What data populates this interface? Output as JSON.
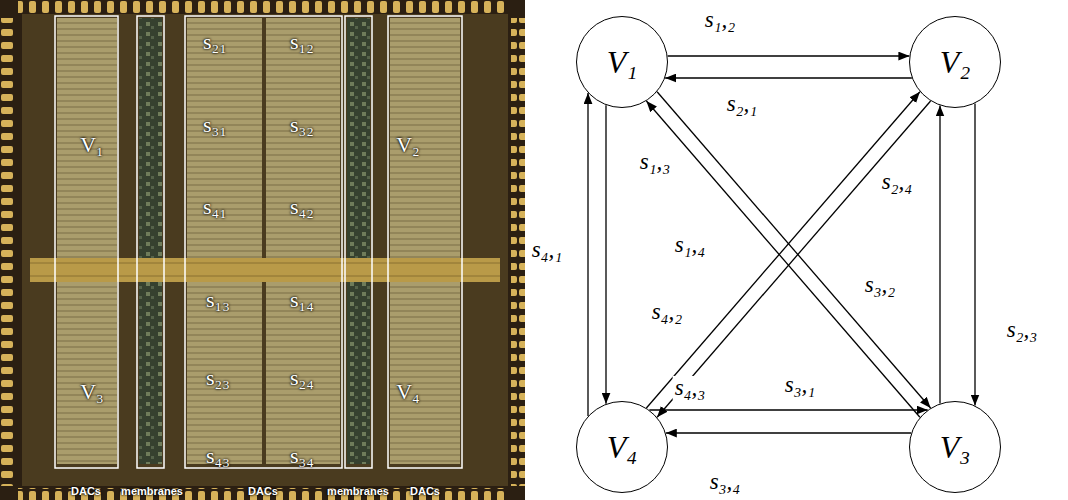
{
  "diagram": {
    "nodes": [
      {
        "text": [
          "V₁"
        ]
      },
      {
        "text": [
          "V₂"
        ]
      },
      {
        "text": [
          "V₄"
        ]
      },
      {
        "text": [
          "V₃"
        ]
      }
    ],
    "edges": [
      {
        "from": 0,
        "to": 1,
        "arrow": "to",
        "label": "s₁,₂"
      },
      {
        "from": 1,
        "to": 0,
        "arrow": "to",
        "label": "s₂,₁"
      },
      {
        "from": 0,
        "to": 3,
        "arrow": "to",
        "label": "s₁,₃"
      },
      {
        "from": 1,
        "to": 2,
        "arrow": "to",
        "label": "s₂,₄"
      },
      {
        "from": 2,
        "to": 0,
        "arrow": "to",
        "label": "s₄,₁"
      },
      {
        "from": 0,
        "to": 2,
        "arrow": "to",
        "label": "s₁,₄"
      },
      {
        "from": 2,
        "to": 1,
        "arrow": "to",
        "label": "s₄,₂"
      },
      {
        "from": 3,
        "to": 1,
        "arrow": "to",
        "label": "s₃,₂"
      },
      {
        "from": 1,
        "to": 3,
        "arrow": "to",
        "label": "s₂,₃"
      },
      {
        "from": 3,
        "to": 0,
        "arrow": "to",
        "label": "s₃,₁"
      },
      {
        "from": 2,
        "to": 3,
        "arrow": "to",
        "label": "s₄,₃"
      },
      {
        "from": 3,
        "to": 2,
        "arrow": "to",
        "label": "s₃,₄"
      }
    ],
    "labels": [
      "V₁",
      "V₂",
      "s₂₁",
      "s₁₂",
      "s₃₁",
      "s₃₂",
      "s₄₁",
      "s₄₂",
      "s₁₃",
      "s₁₄",
      "V₃",
      "V₄",
      "s₂₃",
      "s₂₄",
      "s₄₃",
      "s₃₄",
      "DACs",
      "membranes",
      "DACs",
      "membranes",
      "DACs"
    ]
  }
}
